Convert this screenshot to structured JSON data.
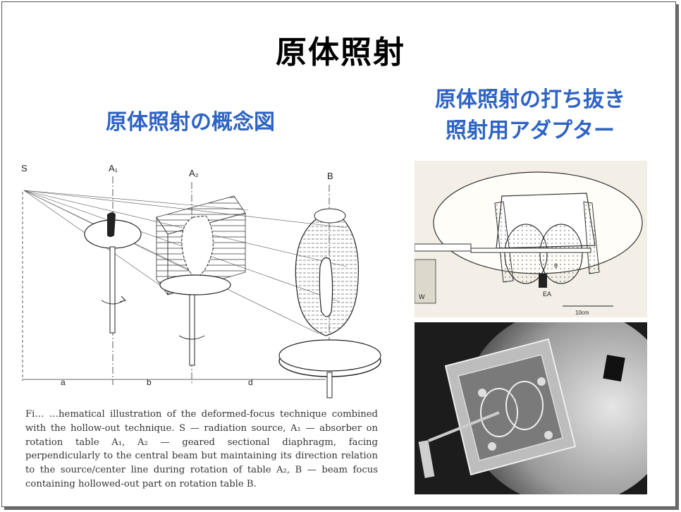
{
  "slide": {
    "title": "原体照射",
    "subtitle_left": "原体照射の概念図",
    "subtitle_right_line1": "原体照射の打ち抜き",
    "subtitle_right_line2": "照射用アダプター"
  },
  "diagram": {
    "label_s": "S",
    "label_a1": "A₁",
    "label_a2": "A₂",
    "label_b": "B",
    "dim_a": "a",
    "dim_b": "b",
    "dim_d": "d"
  },
  "caption": {
    "text": "Fi… …hematical illustration of the deformed-focus technique combined with the hollow-out technique. S — radiation source, A₁ — absorber on rotation table A₁, A₂ — geared sectional diaphragm, facing perpendicularly to the central beam but maintaining its direction relation to the source/center line during rotation of table A₂, B — beam focus containing hollowed-out part on rotation table B."
  },
  "adapter_drawing": {
    "label_w": "W",
    "label_ea": "EA",
    "label_theta": "θ",
    "scale": "10cm"
  }
}
